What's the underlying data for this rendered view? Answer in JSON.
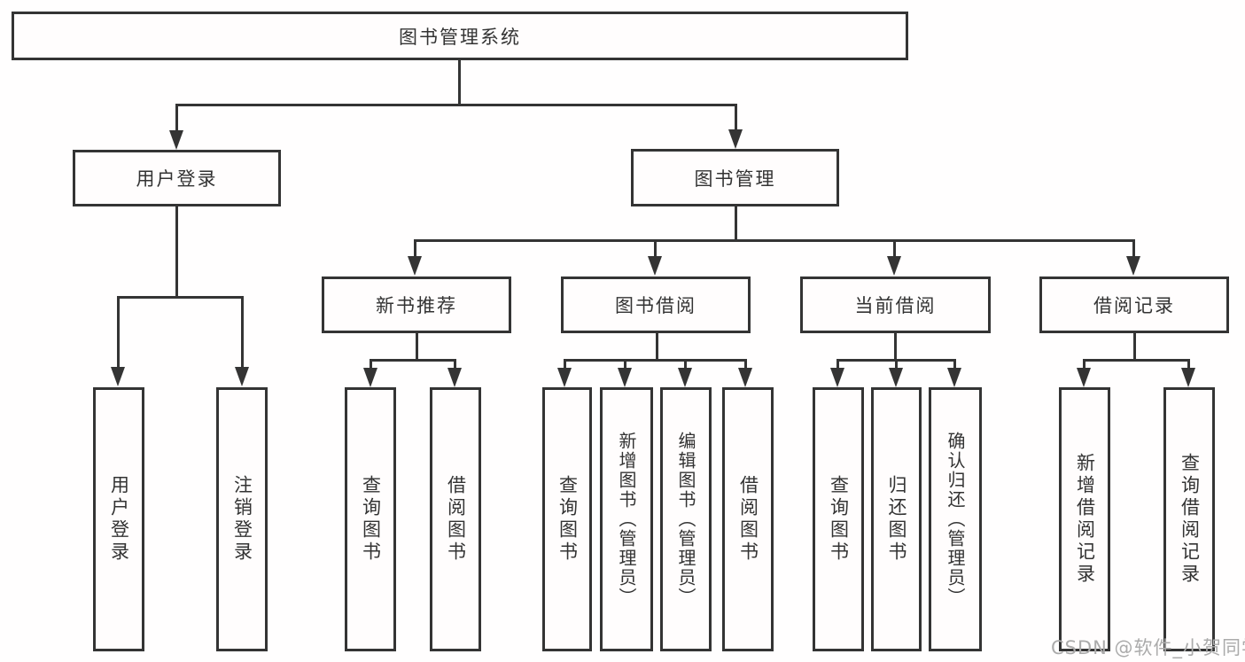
{
  "tree": {
    "root": {
      "label": "图书管理系统"
    },
    "branches": [
      {
        "label": "用户登录",
        "children": [
          {
            "label": "用户登录"
          },
          {
            "label": "注销登录"
          }
        ]
      },
      {
        "label": "图书管理",
        "groups": [
          {
            "label": "新书推荐",
            "children": [
              {
                "label": "查询图书"
              },
              {
                "label": "借阅图书"
              }
            ]
          },
          {
            "label": "图书借阅",
            "children": [
              {
                "label": "查询图书"
              },
              {
                "label": "新增图书（管理员）"
              },
              {
                "label": "编辑图书（管理员）"
              },
              {
                "label": "借阅图书"
              }
            ]
          },
          {
            "label": "当前借阅",
            "children": [
              {
                "label": "查询图书"
              },
              {
                "label": "归还图书"
              },
              {
                "label": "确认归还（管理员）"
              }
            ]
          },
          {
            "label": "借阅记录",
            "children": [
              {
                "label": "新增借阅记录"
              },
              {
                "label": "查询借阅记录"
              }
            ]
          }
        ]
      }
    ]
  },
  "watermark": {
    "text": "CSDN @软件_小贺同学"
  },
  "colors": {
    "line": "#343434",
    "border": "#343434",
    "text": "#333333",
    "background": "#ffffff",
    "watermark": "#ababab"
  }
}
